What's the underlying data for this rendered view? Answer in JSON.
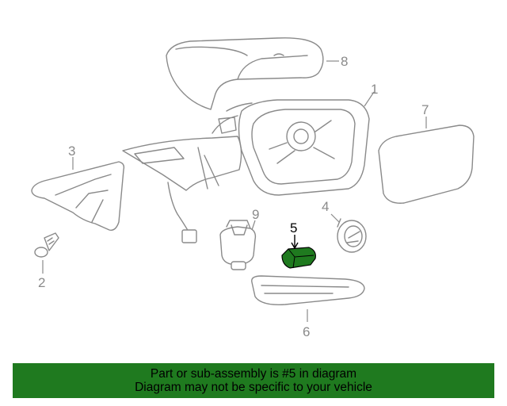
{
  "callouts": {
    "part_1": "1",
    "part_2": "2",
    "part_3": "3",
    "part_4": "4",
    "part_5": "5",
    "part_6": "6",
    "part_7": "7",
    "part_8": "8",
    "part_9": "9"
  },
  "highlighted_part": "5",
  "colors": {
    "highlight_fill": "#1f7a1f",
    "line": "#8a8a8a",
    "banner_background": "#1f7a1f"
  },
  "banner": {
    "line1": "Part or sub-assembly is #5 in diagram",
    "line2": "Diagram may not be specific to your vehicle"
  }
}
